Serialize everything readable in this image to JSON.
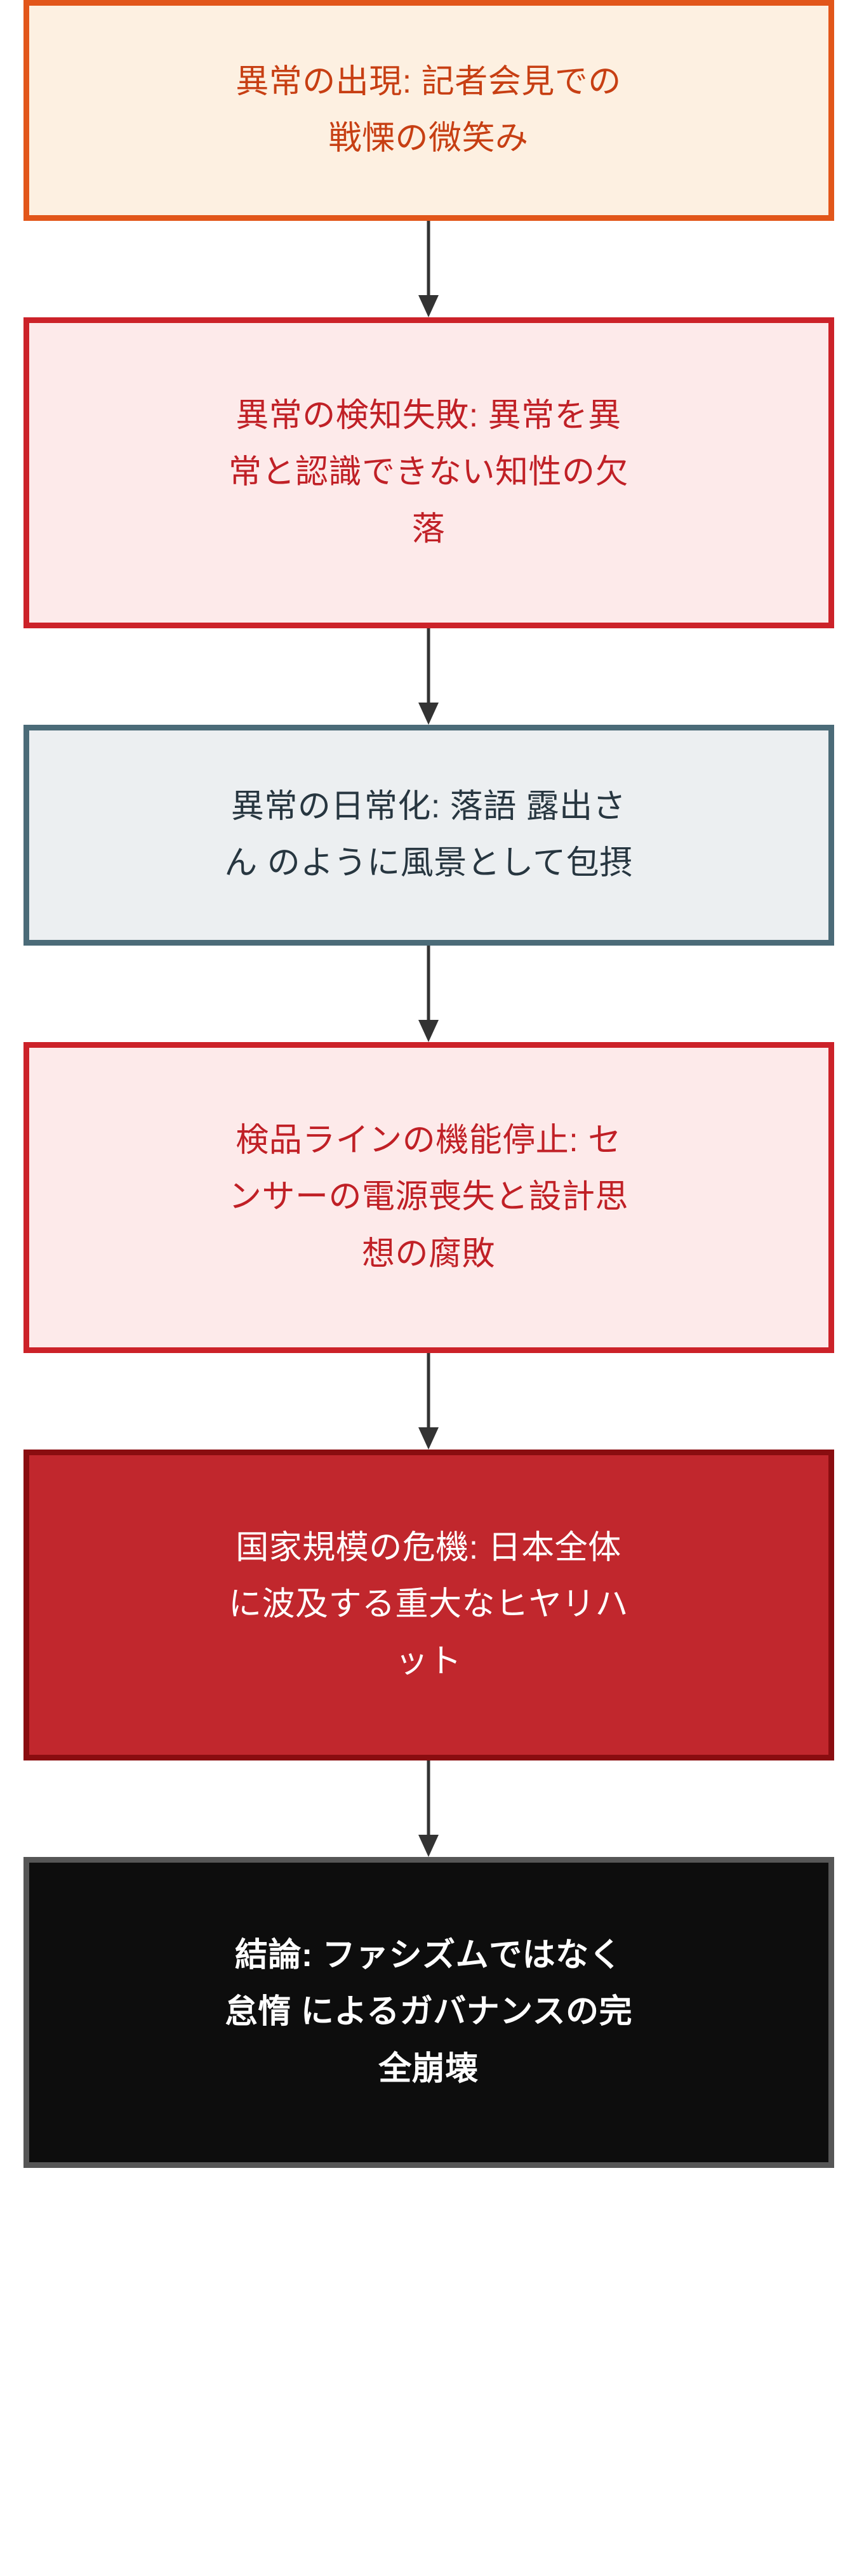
{
  "diagram": {
    "type": "flowchart",
    "orientation": "top-to-bottom",
    "background_color": "#ffffff",
    "connector_color": "#333333",
    "nodes": [
      {
        "id": "n1",
        "label": "異常の出現: 記者会見での\n戦慄の微笑み",
        "text_color": "#c73f13",
        "fill_color": "#fdf0e1",
        "border_color": "#e2561a"
      },
      {
        "id": "n2",
        "label": "異常の検知失敗: 異常を異\n常と認識できない知性の欠\n落",
        "text_color": "#c02026",
        "fill_color": "#fdeaea",
        "border_color": "#cc2229"
      },
      {
        "id": "n3",
        "label": "異常の日常化: 落語 露出さ\nん のように風景として包摂",
        "text_color": "#273640",
        "fill_color": "#eceff1",
        "border_color": "#4b6b78"
      },
      {
        "id": "n4",
        "label": "検品ラインの機能停止: セ\nンサーの電源喪失と設計思\n想の腐敗",
        "text_color": "#c02026",
        "fill_color": "#fdeaea",
        "border_color": "#cc2229"
      },
      {
        "id": "n5",
        "label": "国家規模の危機: 日本全体\nに波及する重大なヒヤリハ\nット",
        "text_color": "#ffffff",
        "fill_color": "#c1272d",
        "border_color": "#8a0d10"
      },
      {
        "id": "n6",
        "label": "結論: ファシズムではなく\n怠惰 によるガバナンスの完\n全崩壊",
        "text_color": "#ffffff",
        "fill_color": "#0d0d0d",
        "border_color": "#565656"
      }
    ],
    "edges": [
      {
        "id": "e1",
        "from": "n1",
        "to": "n2",
        "label": ""
      },
      {
        "id": "e2",
        "from": "n2",
        "to": "n3",
        "label": ""
      },
      {
        "id": "e3",
        "from": "n3",
        "to": "n4",
        "label": ""
      },
      {
        "id": "e4",
        "from": "n4",
        "to": "n5",
        "label": ""
      },
      {
        "id": "e5",
        "from": "n5",
        "to": "n6",
        "label": ""
      }
    ]
  }
}
